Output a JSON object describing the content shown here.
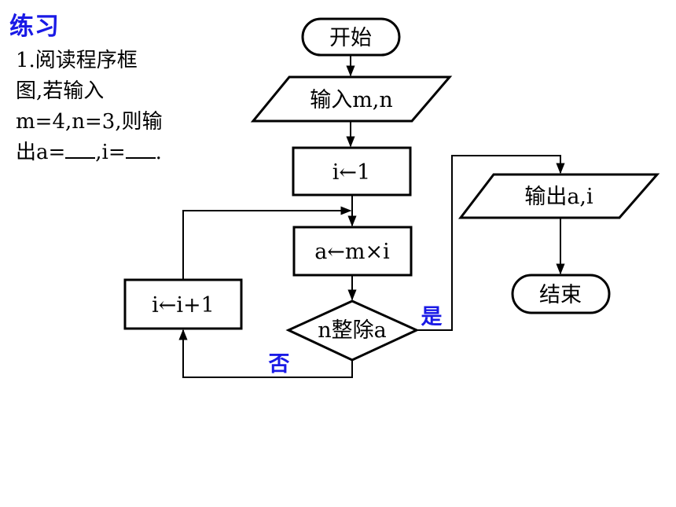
{
  "heading": "练习",
  "question": {
    "line1": "1.阅读程序框",
    "line2": "图,若输入",
    "line3": "m=4,n=3,则输",
    "line4_a": "出a=",
    "line4_mid": ",i=",
    "line4_end": "."
  },
  "flowchart": {
    "start": "开始",
    "input": "输入m,n",
    "init": "i←1",
    "compute": "a←m×i",
    "condition": "n整除a",
    "increment": "i←i+1",
    "output": "输出a,i",
    "end": "结束",
    "yes_label": "是",
    "no_label": "否"
  }
}
